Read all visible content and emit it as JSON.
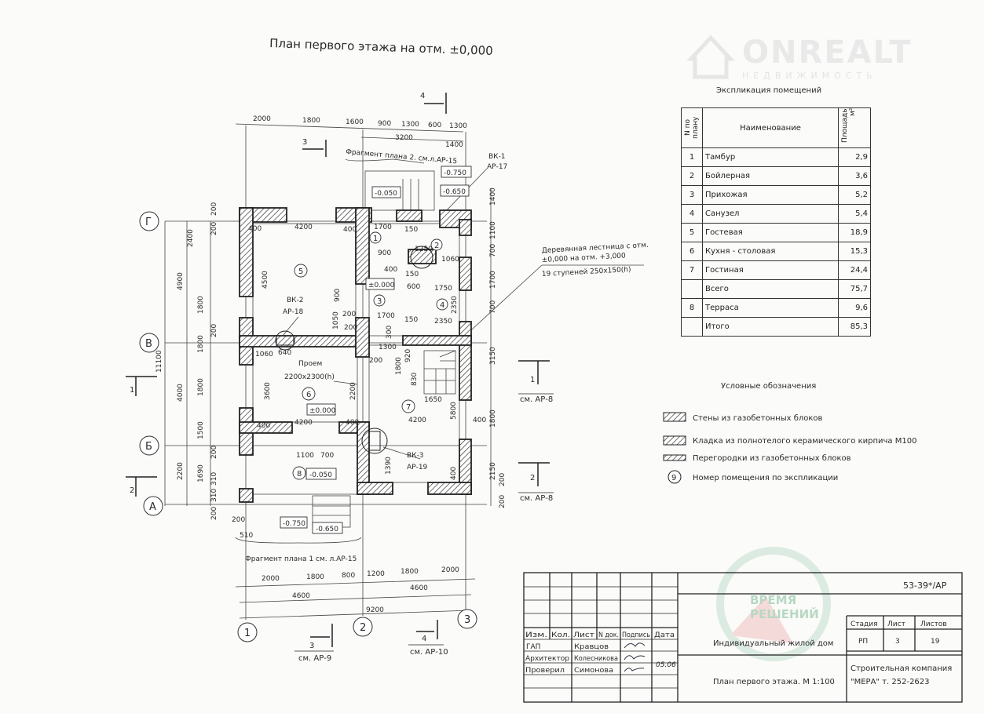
{
  "watermarks": {
    "onrealt": "ONREALT",
    "onrealt_sub": "НЕДВИЖИМОСТЬ",
    "vremya": "ВРЕМЯ",
    "reshenii": "РЕШЕНИЙ"
  },
  "plan": {
    "title": "План первого этажа на отм. ±0,000",
    "top_dims": [
      "2000",
      "1800",
      "1600",
      "900",
      "1300",
      "600",
      "1300"
    ],
    "top_dims2": [
      "3200",
      "1400"
    ],
    "fragment_top": "Фрагмент плана 2. см.л.АР-15",
    "fragment_bottom": "Фрагмент плана 1 см. л.АР-15",
    "bottom_dims": [
      "2000",
      "1800",
      "800",
      "1200",
      "1800",
      "2000"
    ],
    "bottom_dims2": [
      "4600",
      "4600"
    ],
    "bottom_total": "9200",
    "axes_rows": [
      "Г",
      "В",
      "Б",
      "А"
    ],
    "axes_cols": [
      "1",
      "2",
      "3"
    ],
    "left_dims": [
      "2400",
      "1800",
      "1800",
      "1800",
      "1500",
      "1690",
      "4900",
      "4000",
      "2200",
      "11100",
      "200",
      "200",
      "200",
      "200",
      "310",
      "310",
      "200"
    ],
    "right_dims": [
      "1400",
      "1100",
      "700",
      "1700",
      "700",
      "3150",
      "1800",
      "2150",
      "200",
      "200"
    ],
    "rooms": [
      "1",
      "2",
      "3",
      "4",
      "5",
      "6",
      "7",
      "8"
    ],
    "levels": [
      "-0.050",
      "-0.650",
      "-0.750",
      "±0.000",
      "±0.000",
      "-0.050",
      "-0.750",
      "-0.650"
    ],
    "inner_dims": [
      "400",
      "4200",
      "400",
      "4500",
      "1700",
      "900",
      "400",
      "1750",
      "1700",
      "2350",
      "150",
      "150",
      "1250",
      "1060",
      "600",
      "150",
      "300",
      "1300",
      "200",
      "200",
      "1060",
      "640",
      "3600",
      "2200",
      "920",
      "1800",
      "830",
      "1650",
      "5800",
      "400",
      "4200",
      "400",
      "4200",
      "400",
      "1100",
      "700",
      "1390",
      "400",
      "2350",
      "900",
      "1050",
      "200",
      "200",
      "510"
    ],
    "vk1": [
      "ВК-1",
      "АР-17"
    ],
    "vk2": [
      "ВК-2",
      "АР-18"
    ],
    "vk3": [
      "ВК-3",
      "АР-19"
    ],
    "opening": [
      "Проем",
      "2200х2300(h)"
    ],
    "stair_note": [
      "Деревянная лестница с отм.",
      "±0,000 на отм. +3,000",
      "19 ступеней 250х150(h)"
    ],
    "sections": {
      "s1": "1",
      "s2": "2",
      "s3": "3",
      "s4": "4",
      "s3_ref": "см. АР-9",
      "s4_ref": "см. АР-10",
      "s1_ref": "см. АР-8",
      "s2_ref": "см. АР-8"
    }
  },
  "explication": {
    "title": "Экспликация помещений",
    "headers": {
      "num": "N по плану",
      "name": "Наименование",
      "area": "Площадь м²"
    },
    "rows": [
      {
        "num": "1",
        "name": "Тамбур",
        "area": "2,9"
      },
      {
        "num": "2",
        "name": "Бойлерная",
        "area": "3,6"
      },
      {
        "num": "3",
        "name": "Прихожая",
        "area": "5,2"
      },
      {
        "num": "4",
        "name": "Санузел",
        "area": "5,4"
      },
      {
        "num": "5",
        "name": "Гостевая",
        "area": "18,9"
      },
      {
        "num": "6",
        "name": "Кухня - столовая",
        "area": "15,3"
      },
      {
        "num": "7",
        "name": "Гостиная",
        "area": "24,4"
      },
      {
        "num": "",
        "name": "Всего",
        "area": "75,7"
      },
      {
        "num": "8",
        "name": "Терраса",
        "area": "9,6"
      },
      {
        "num": "",
        "name": "Итого",
        "area": "85,3"
      }
    ]
  },
  "legend": {
    "title": "Условные обозначения",
    "items": [
      "Стены из газобетонных блоков",
      "Кладка из полнотелого керамического кирпича М100",
      "Перегородки из газобетонных блоков",
      "Номер помещения по экспликации"
    ],
    "room_symbol": "9"
  },
  "title_block": {
    "code": "53-39*/АР",
    "headers": [
      "Изм.",
      "Кол.",
      "Лист",
      "N док.",
      "Подпись",
      "Дата"
    ],
    "roles": [
      "ГАП",
      "Архитектор",
      "Проверил"
    ],
    "names": [
      "Кравцов",
      "Колесникова",
      "Симонова"
    ],
    "date": "05.06",
    "project": "Индивидуальный жилой дом",
    "sheet_title": "План первого этажа. М 1:100",
    "stage_label": "Стадия",
    "sheet_label": "Лист",
    "sheets_label": "Листов",
    "stage": "РП",
    "sheet": "3",
    "sheets": "19",
    "company": [
      "Строительная компания",
      "\"МЕРА\" т. 252-2623"
    ]
  }
}
